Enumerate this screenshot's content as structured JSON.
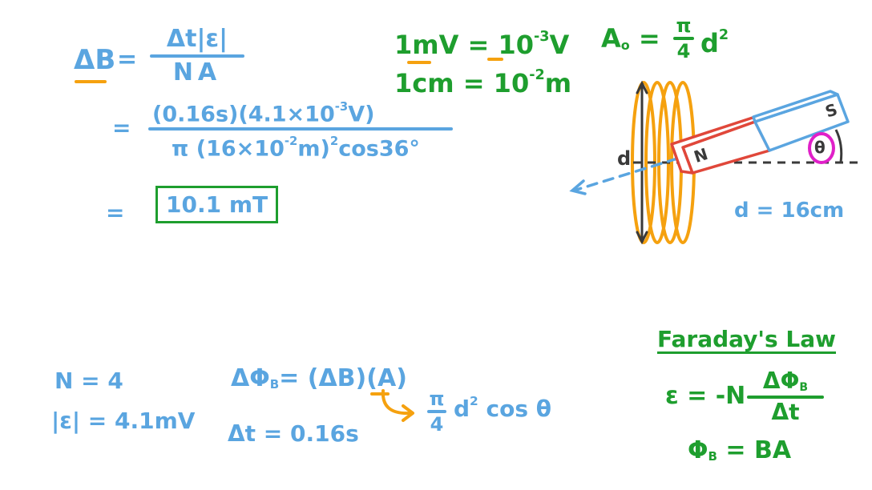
{
  "colors": {
    "blue": "#5aa5e0",
    "green": "#1e9e2e",
    "orange": "#f5a10f",
    "red": "#e0473a",
    "magenta": "#e020c8",
    "dark": "#3a3a3a"
  },
  "derivation": {
    "lhs": "ΔB",
    "eq1": "=",
    "step1_numerator": "Δt|ε|",
    "step1_denominator": "NA",
    "eq2": "=",
    "step2_numerator_a": "(0.16s)(4.1×10",
    "step2_numerator_exp": "-3",
    "step2_numerator_b": "V)",
    "step2_denominator_a": "π (16×10",
    "step2_denominator_exp": "-2",
    "step2_denominator_b": "m)",
    "step2_denominator_sq": "2",
    "step2_denominator_c": "cos36°",
    "eq3": "=",
    "result": "10.1 mT"
  },
  "conversions": {
    "line1_a": "1mV = 10",
    "line1_exp": "-3",
    "line1_b": "V",
    "line2_a": "1cm = 10",
    "line2_exp": "-2",
    "line2_b": "m"
  },
  "area_formula": {
    "lhs": "A",
    "lhs_sub": "o",
    "eq": "=",
    "frac_num": "π",
    "frac_den": "4",
    "rest": "d",
    "rest_exp": "2"
  },
  "diagram": {
    "diameter_label": "d",
    "north_label": "N",
    "south_label": "S",
    "angle_label": "θ",
    "diameter_value": "d = 16cm"
  },
  "givens": {
    "n": "N = 4",
    "emf": "|ε| = 4.1mV",
    "dt": "Δt = 0.16s"
  },
  "flux_change": {
    "lhs": "ΔΦ",
    "lhs_sub": "B",
    "rhs": "= (ΔB)(A)",
    "area_num": "π",
    "area_den": "4",
    "area_rest": "d",
    "area_exp": "2",
    "area_tail": "cos θ"
  },
  "faraday": {
    "title": "Faraday's Law",
    "emf_lhs": "ε = -N",
    "emf_num": "ΔΦ",
    "emf_num_sub": "B",
    "emf_den": "Δt",
    "flux_lhs": "Φ",
    "flux_sub": "B",
    "flux_rhs": "= BA"
  }
}
